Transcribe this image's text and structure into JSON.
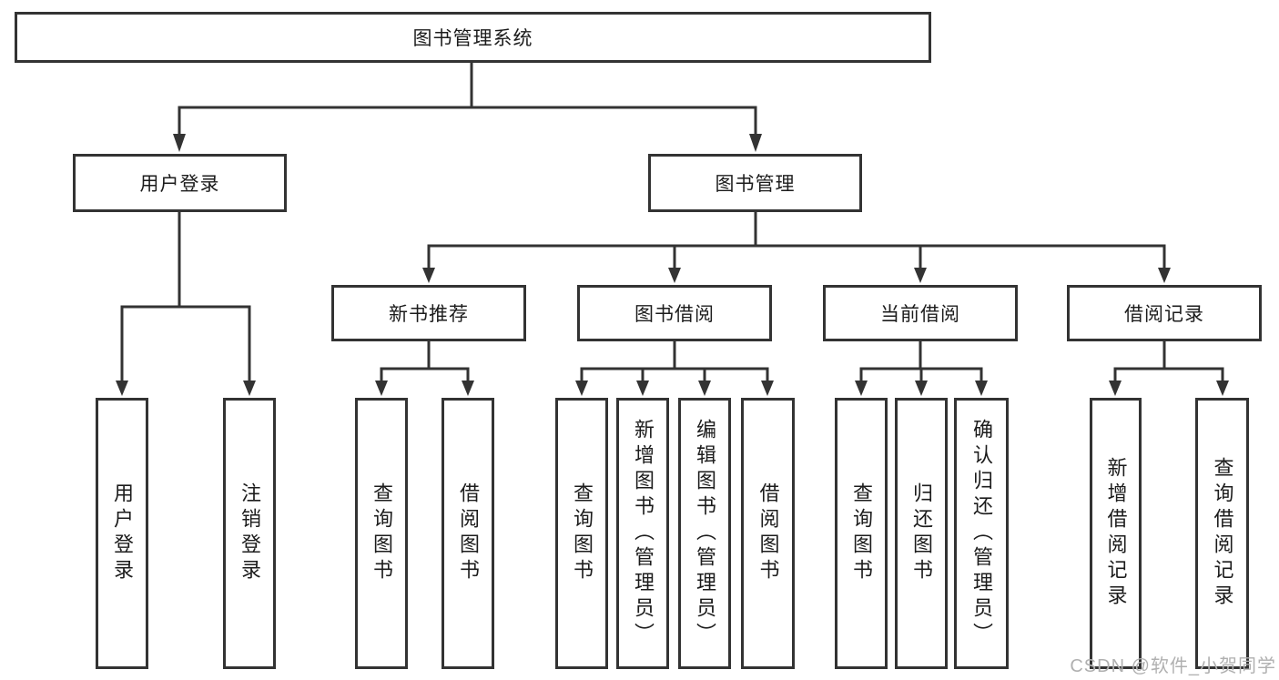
{
  "colors": {
    "line": "#333333",
    "box_border": "#333333",
    "text": "#1c1c1c",
    "watermark": "#b0b0b0",
    "background": "#ffffff"
  },
  "watermark": {
    "text": "CSDN @软件_小贺同学"
  },
  "tree": {
    "root": {
      "label": "图书管理系统"
    },
    "children": [
      {
        "label": "用户登录",
        "children": [
          {
            "label": "用户登录"
          },
          {
            "label": "注销登录"
          }
        ]
      },
      {
        "label": "图书管理",
        "children": [
          {
            "label": "新书推荐",
            "children": [
              {
                "label": "查询图书"
              },
              {
                "label": "借阅图书"
              }
            ]
          },
          {
            "label": "图书借阅",
            "children": [
              {
                "label": "查询图书"
              },
              {
                "label": "新增图书（管理员）"
              },
              {
                "label": "编辑图书（管理员）"
              },
              {
                "label": "借阅图书"
              }
            ]
          },
          {
            "label": "当前借阅",
            "children": [
              {
                "label": "查询图书"
              },
              {
                "label": "归还图书"
              },
              {
                "label": "确认归还（管理员）"
              }
            ]
          },
          {
            "label": "借阅记录",
            "children": [
              {
                "label": "新增借阅记录"
              },
              {
                "label": "查询借阅记录"
              }
            ]
          }
        ]
      }
    ]
  }
}
